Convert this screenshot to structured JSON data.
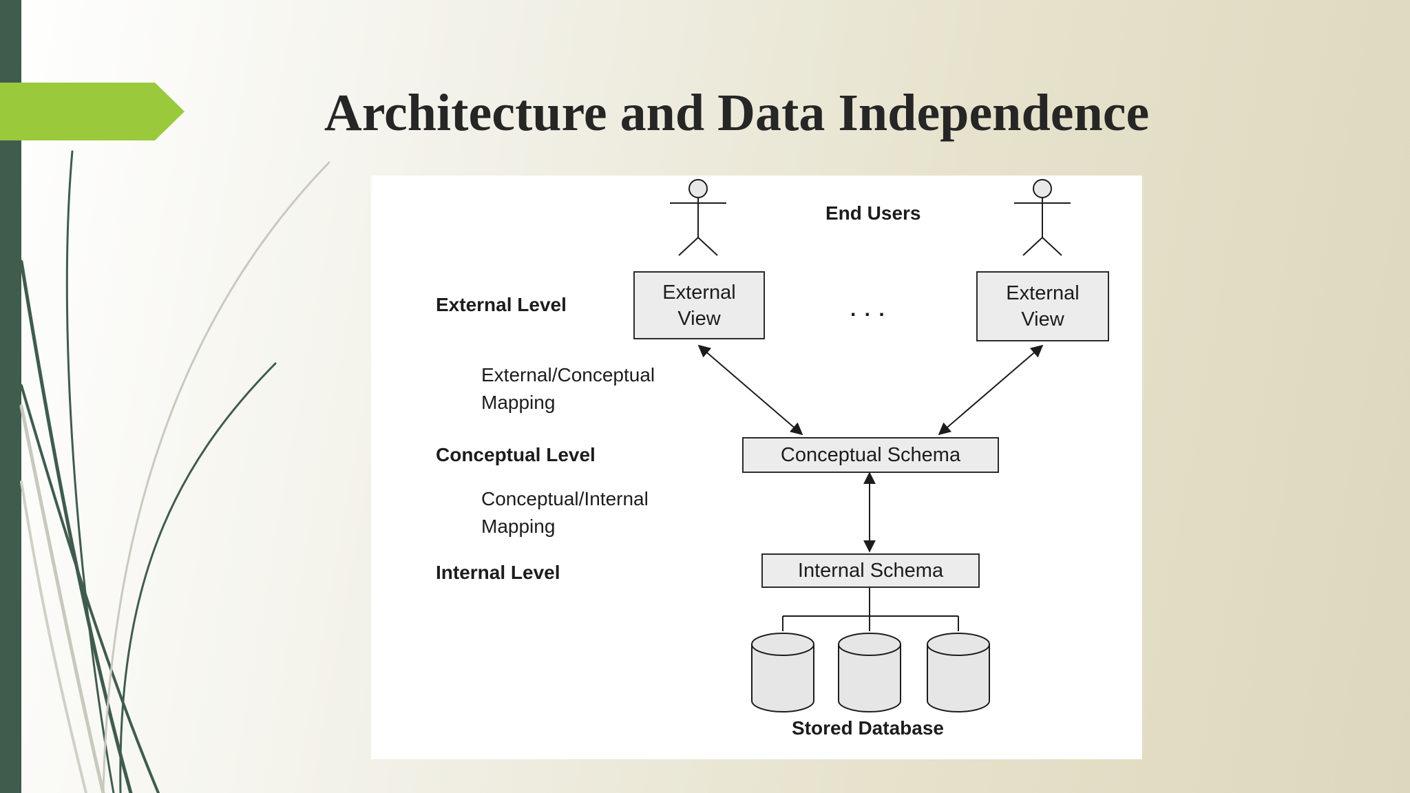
{
  "slide": {
    "title": "Architecture and Data Independence"
  },
  "diagram": {
    "end_users_label": "End Users",
    "ellipsis": ". . .",
    "levels": {
      "external": "External Level",
      "conceptual": "Conceptual Level",
      "internal": "Internal Level"
    },
    "mappings": {
      "external_conceptual": "External/Conceptual\nMapping",
      "conceptual_internal": "Conceptual/Internal\nMapping"
    },
    "boxes": {
      "external_view_left": "External\nView",
      "external_view_right": "External\nView",
      "conceptual_schema": "Conceptual Schema",
      "internal_schema": "Internal Schema"
    },
    "stored_database_label": "Stored Database"
  },
  "colors": {
    "accent_green": "#9ac93b",
    "sidebar_dark_green": "#3f5c4d",
    "box_fill": "#ececec",
    "title_text": "#262626"
  }
}
